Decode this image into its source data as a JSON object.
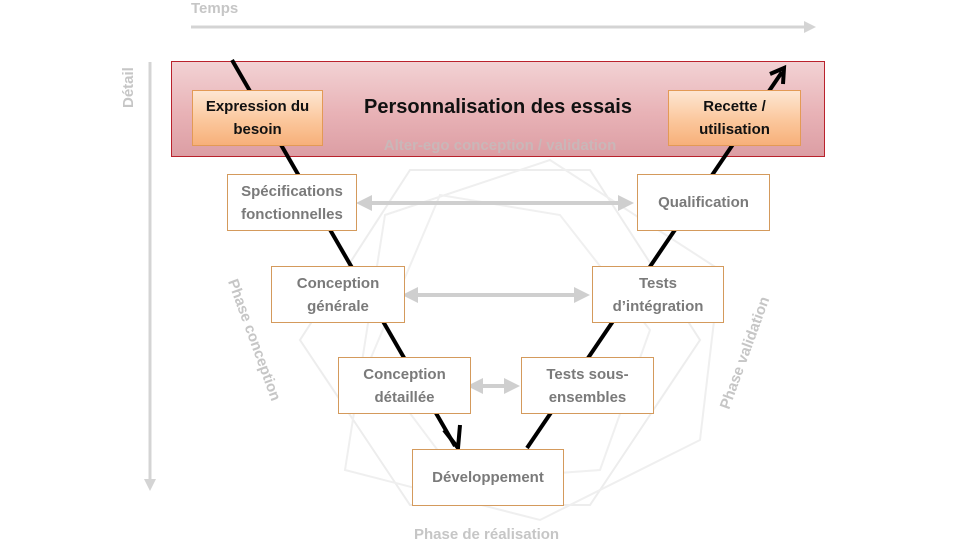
{
  "axes": {
    "time_label": "Temps",
    "detail_label": "Détail"
  },
  "band": {
    "title": "Personnalisation des essais",
    "left_box": [
      "Expression du",
      "besoin"
    ],
    "right_box": [
      "Recette /",
      "utilisation"
    ],
    "background_text": "Alter-ego conception / validation"
  },
  "left_branch": {
    "level1": [
      "Spécifications",
      "fonctionnelles"
    ],
    "level2": [
      "Conception",
      "générale"
    ],
    "level3": [
      "Conception",
      "détaillée"
    ]
  },
  "right_branch": {
    "level1": [
      "Qualification"
    ],
    "level2": [
      "Tests",
      "d’intégration"
    ],
    "level3": [
      "Tests sous-",
      "ensembles"
    ]
  },
  "bottom_box": [
    "Développement"
  ],
  "phase_labels": {
    "conception": "Phase conception",
    "validation": "Phase validation",
    "realisation": "Phase de réalisation"
  },
  "colors": {
    "band_fill": "#e8b2b6",
    "band_border": "#b9222c",
    "highlight_fill": "#fbc79c",
    "box_border": "#d49a5c",
    "v_line": "#000000",
    "muted_text": "#c6c6c6"
  }
}
